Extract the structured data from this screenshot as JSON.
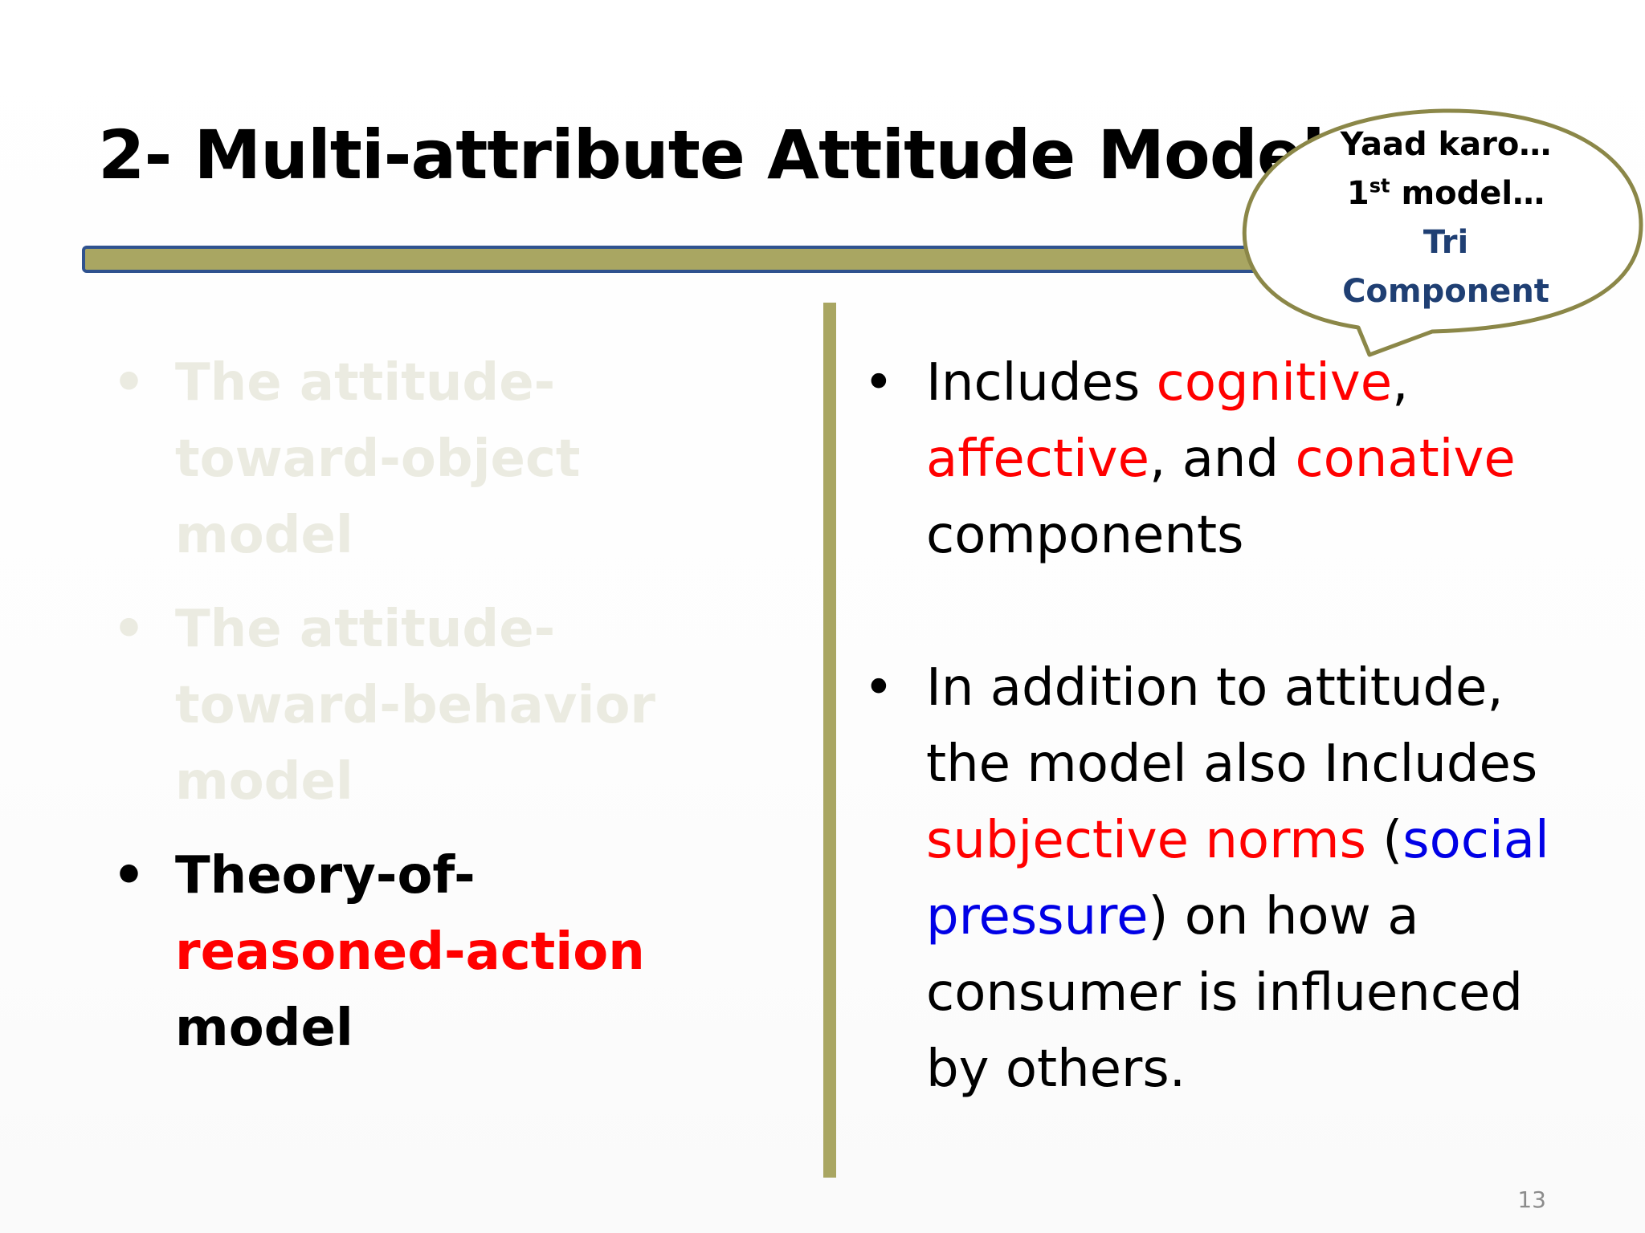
{
  "slide": {
    "title": "2- Multi-attribute Attitude Models",
    "page_number": "13"
  },
  "callout": {
    "line1": "Yaad karo…",
    "line2_num": "1",
    "line2_sup": "st",
    "line2_rest": " model…",
    "line3": "Tri",
    "line4": "Component"
  },
  "left_column": {
    "items": [
      {
        "bullet": "•",
        "text": "The attitude-toward-object model"
      },
      {
        "bullet": "•",
        "text": "The attitude-toward-behavior model"
      },
      {
        "bullet": "•",
        "part1": "Theory-of-",
        "part2": "reasoned-action",
        "part3": " model"
      }
    ]
  },
  "right_column": {
    "items": [
      {
        "bullet": "•",
        "t1": "Includes ",
        "t2": "cognitive",
        "t3": ", ",
        "t4": "affective",
        "t5": ", and ",
        "t6": "conative",
        "t7": " components"
      },
      {
        "bullet": "•",
        "t1": "In addition to attitude, the model also Includes ",
        "t2": "subjective norms",
        "t3": " (",
        "t4": "social pressure",
        "t5": ") on how a consumer is influenced by others."
      }
    ]
  },
  "colors": {
    "accent_bar": "#a9a662",
    "bar_border": "#2f528f",
    "emphasis_red": "#ff0000",
    "emphasis_blue": "#0000e6",
    "callout_navy": "#1f3f73",
    "faded_text": "#ebebe1"
  }
}
